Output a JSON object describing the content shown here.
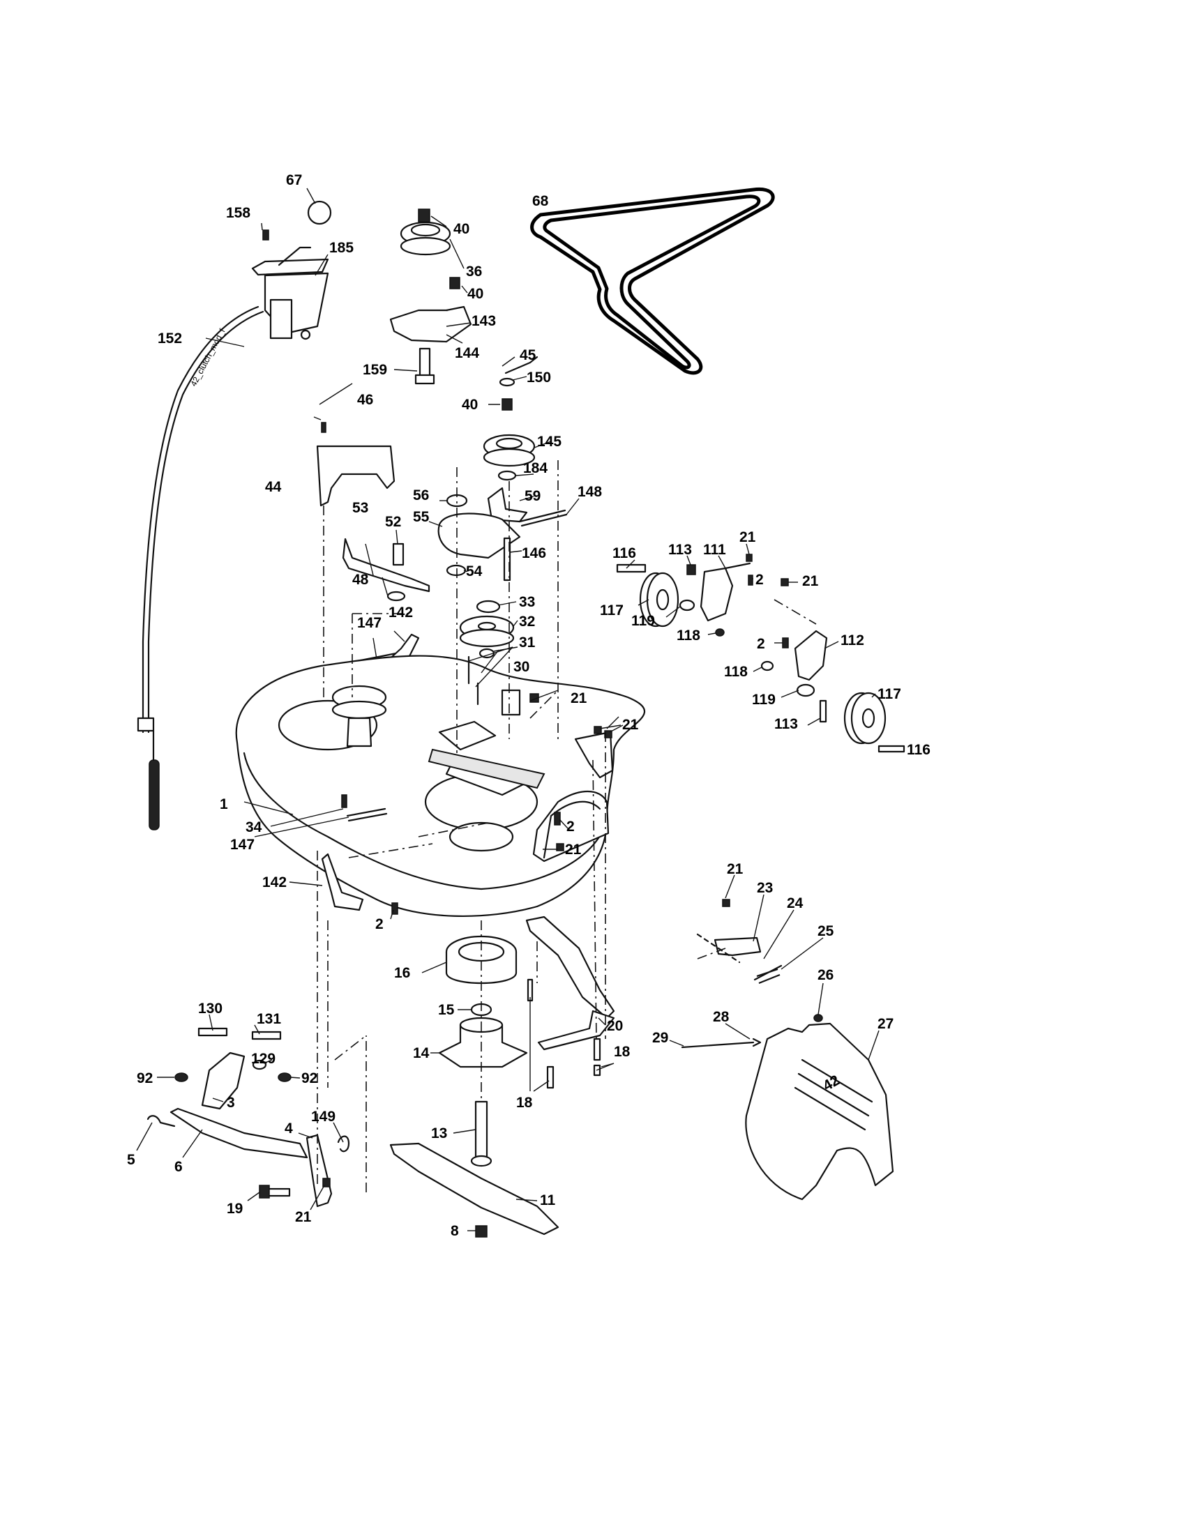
{
  "diagram": {
    "callouts": [
      "1",
      "2",
      "3",
      "4",
      "5",
      "6",
      "8",
      "11",
      "13",
      "14",
      "15",
      "16",
      "18",
      "19",
      "20",
      "21",
      "23",
      "24",
      "25",
      "26",
      "27",
      "28",
      "29",
      "30",
      "31",
      "32",
      "33",
      "34",
      "36",
      "40",
      "44",
      "45",
      "46",
      "48",
      "52",
      "53",
      "54",
      "55",
      "56",
      "59",
      "67",
      "68",
      "92",
      "111",
      "112",
      "113",
      "116",
      "117",
      "118",
      "119",
      "129",
      "130",
      "131",
      "142",
      "143",
      "144",
      "145",
      "146",
      "147",
      "148",
      "149",
      "150",
      "152",
      "158",
      "159",
      "184",
      "185"
    ],
    "cable_text": "42_clutch_mod_f",
    "shield_emblem": "42"
  }
}
